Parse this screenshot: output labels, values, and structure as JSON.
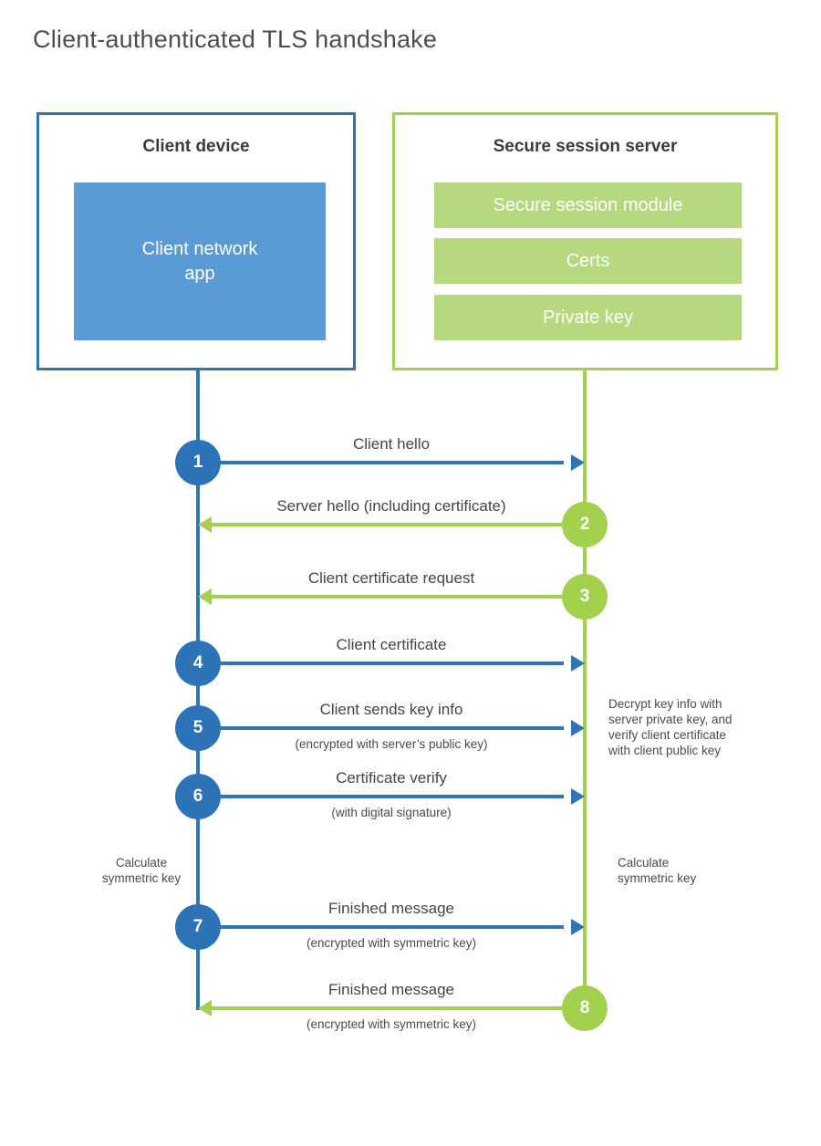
{
  "title": "Client-authenticated TLS handshake",
  "colors": {
    "blue": "#2e75b6",
    "blue_fill": "#5b9bd5",
    "green": "#a4d052",
    "green_fill": "#b6d87e"
  },
  "client": {
    "title": "Client device",
    "module": "Client network\napp"
  },
  "server": {
    "title": "Secure session server",
    "modules": [
      "Secure session module",
      "Certs",
      "Private key"
    ]
  },
  "messages": [
    {
      "num": "1",
      "label": "Client hello",
      "sub": "",
      "direction": "right",
      "color": "blue"
    },
    {
      "num": "2",
      "label": "Server hello (including certificate)",
      "sub": "",
      "direction": "left",
      "color": "green"
    },
    {
      "num": "3",
      "label": "Client certificate request",
      "sub": "",
      "direction": "left",
      "color": "green"
    },
    {
      "num": "4",
      "label": "Client certificate",
      "sub": "",
      "direction": "right",
      "color": "blue"
    },
    {
      "num": "5",
      "label": "Client sends key info",
      "sub": "(encrypted with server’s public key)",
      "direction": "right",
      "color": "blue"
    },
    {
      "num": "6",
      "label": "Certificate verify",
      "sub": "(with digital signature)",
      "direction": "right",
      "color": "blue"
    },
    {
      "num": "7",
      "label": "Finished message",
      "sub": "(encrypted with symmetric key)",
      "direction": "right",
      "color": "blue"
    },
    {
      "num": "8",
      "label": "Finished message",
      "sub": "(encrypted with symmetric key)",
      "direction": "left",
      "color": "green"
    }
  ],
  "notes": {
    "decrypt": "Decrypt key info with\nserver private key, and\nverify client certificate\nwith client public key",
    "calc_left": "Calculate\nsymmetric key",
    "calc_right": "Calculate\nsymmetric key"
  }
}
